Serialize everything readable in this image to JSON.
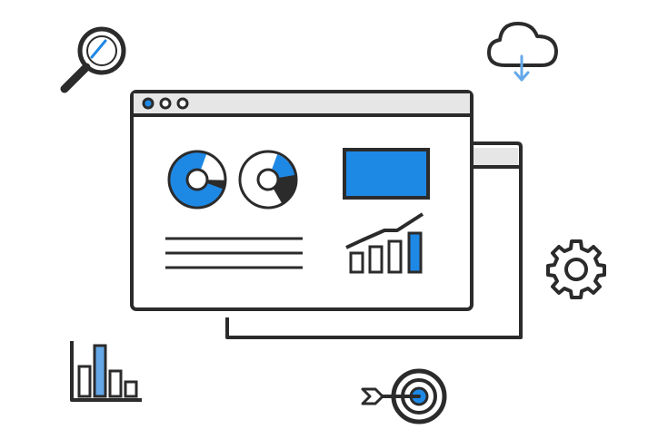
{
  "colors": {
    "outline": "#2b2b2b",
    "accent": "#1e88e5",
    "light_accent": "#64a8e8",
    "chrome_bar": "#e6e6e6",
    "background": "#ffffff"
  },
  "icons": [
    "search-icon",
    "cloud-download-icon",
    "gear-icon",
    "bar-chart-icon",
    "target-arrow-icon"
  ],
  "window": {
    "controls": [
      "window-control-dot",
      "window-control-dot",
      "window-control-dot"
    ],
    "widgets": [
      "donut-chart",
      "donut-chart",
      "image-placeholder",
      "text-lines",
      "growth-bar-chart"
    ]
  }
}
